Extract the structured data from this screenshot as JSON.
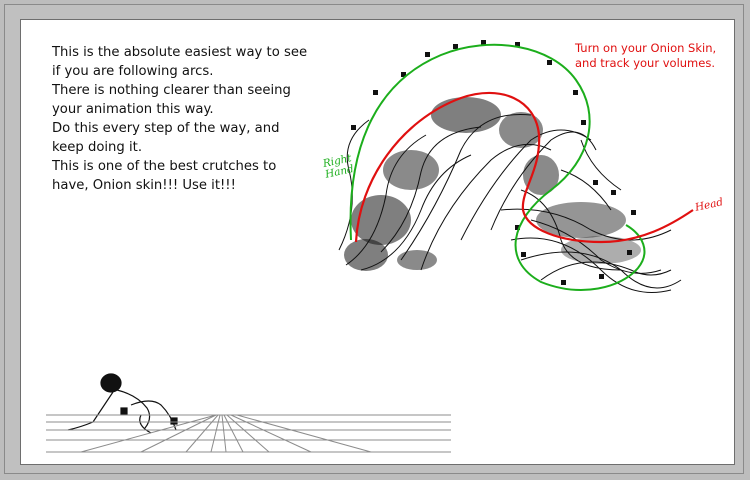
{
  "main_text": [
    "This is the absolute easiest way to see",
    "if you are following arcs.",
    "There is nothing clearer than seeing",
    "your animation this way.",
    "Do this every step of the way, and",
    "keep doing it.",
    "This is one of the best crutches to",
    "have, Onion skin!!! Use it!!!"
  ],
  "note_text": [
    "Turn on your Onion Skin,",
    "and track your volumes."
  ],
  "labels": {
    "right_hand": [
      "Right",
      "Hand"
    ],
    "head": "Head"
  },
  "colors": {
    "note": "#e01010",
    "head_arc": "#e01010",
    "hand_arc": "#1cae1c",
    "ink": "#111111",
    "grid": "#8c8c8c"
  }
}
